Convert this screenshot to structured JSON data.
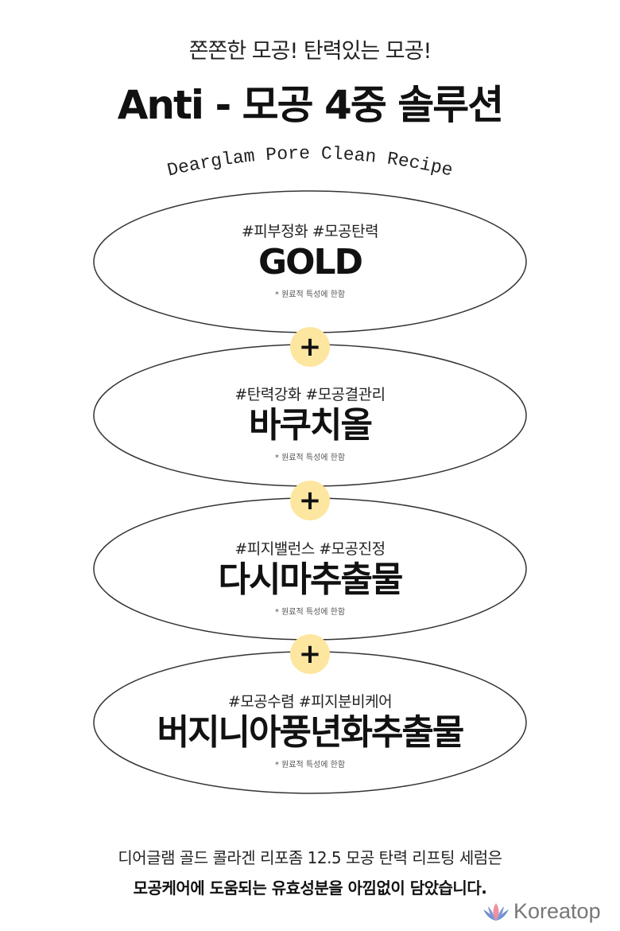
{
  "header": {
    "subtitle": "쫀쫀한 모공! 탄력있는 모공!",
    "title": "Anti - 모공 4중 솔루션",
    "curved_caption": "Dearglam Pore Clean Recipe"
  },
  "ingredients": [
    {
      "tags": "#피부정화 #모공탄력",
      "name": "GOLD",
      "note": "* 원료적 특성에 한함"
    },
    {
      "tags": "#탄력강화 #모공결관리",
      "name": "바쿠치올",
      "note": "* 원료적 특성에 한함"
    },
    {
      "tags": "#피지밸런스 #모공진정",
      "name": "다시마추출물",
      "note": "* 원료적 특성에 한함"
    },
    {
      "tags": "#모공수렴 #피지분비케어",
      "name": "버지니아풍년화추출물",
      "note": "* 원료적 특성에 한함"
    }
  ],
  "plus_symbol": "+",
  "footer": {
    "line1": "디어글램 골드 콜라겐 리포좀 12.5 모공 탄력 리프팅 세럼은",
    "line2": "모공케어에 도움되는 유효성분을 아낌없이 담았습니다."
  },
  "watermark": "Koreatop",
  "colors": {
    "plus_circle": "#fde6a0",
    "outline": "#333333"
  }
}
